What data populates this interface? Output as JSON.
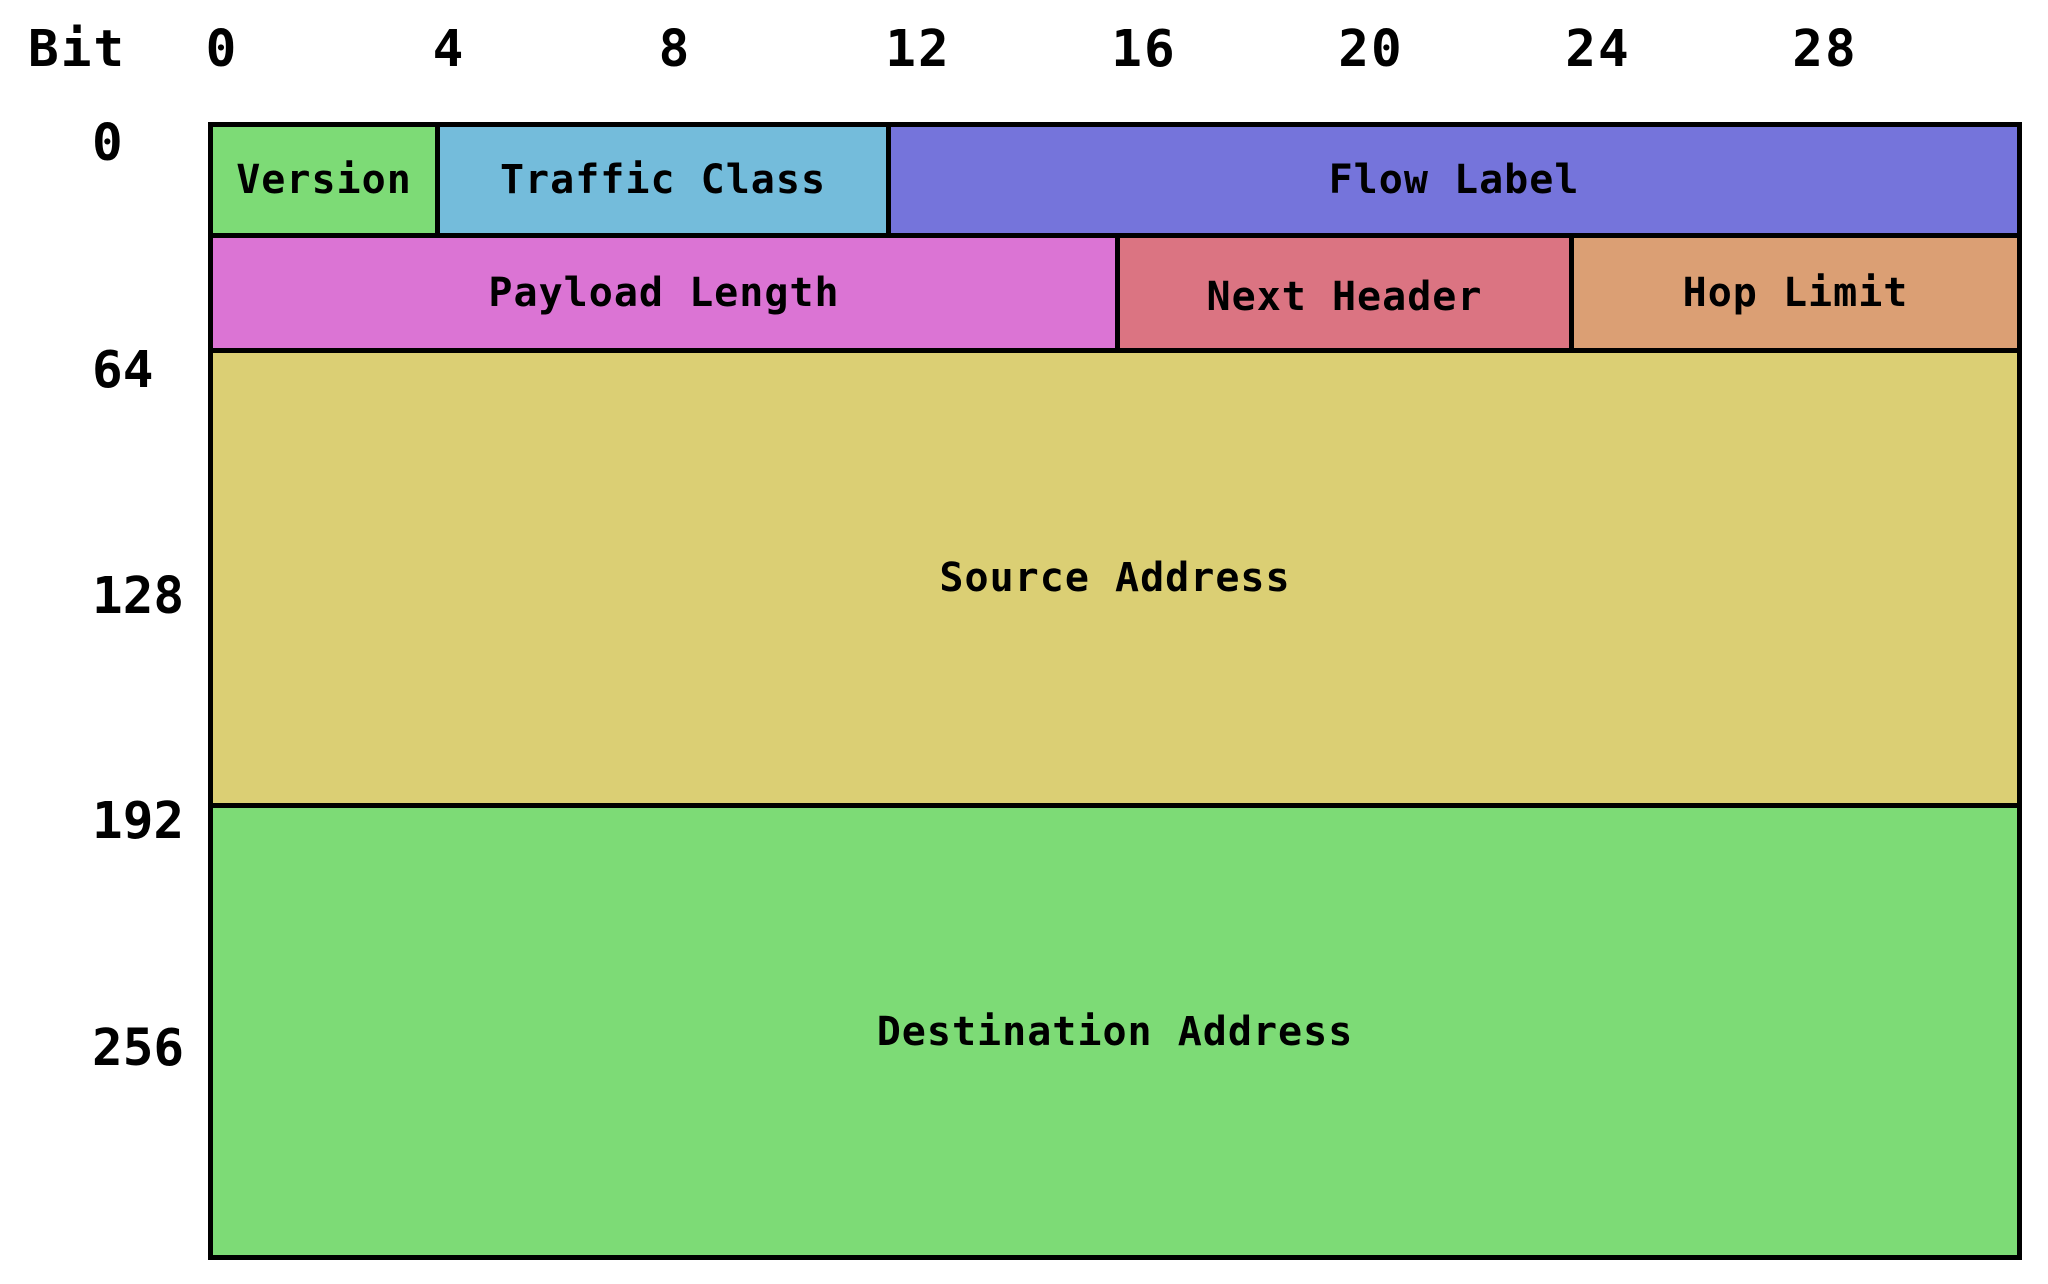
{
  "header": {
    "bit_label": "Bit"
  },
  "bit_ticks": [
    "0",
    "4",
    "8",
    "12",
    "16",
    "20",
    "24",
    "28"
  ],
  "row_ticks": [
    "0",
    "64",
    "128",
    "192",
    "256"
  ],
  "fields": [
    {
      "name": "Version",
      "color": "#7ddb76"
    },
    {
      "name": "Traffic Class",
      "color": "#74bcdb"
    },
    {
      "name": "Flow Label",
      "color": "#7574db"
    },
    {
      "name": "Payload Length",
      "color": "#db74d4"
    },
    {
      "name": "Next Header",
      "color": "#db7482"
    },
    {
      "name": "Hop Limit",
      "color": "#db9f74"
    },
    {
      "name": "Source Address",
      "color": "#dbcf74"
    },
    {
      "name": "Destination Address",
      "color": "#7ddb76"
    }
  ]
}
